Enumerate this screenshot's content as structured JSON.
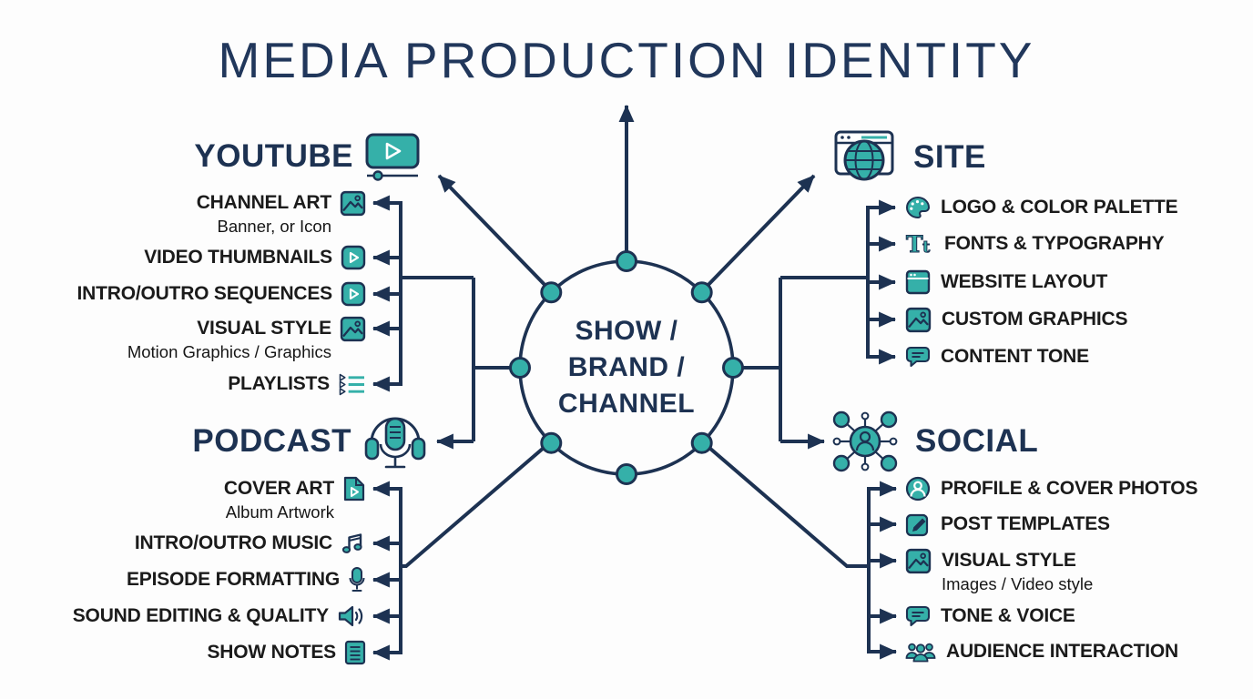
{
  "title": "MEDIA PRODUCTION IDENTITY",
  "center": {
    "line1": "SHOW /",
    "line2": "BRAND /",
    "line3": "CHANNEL"
  },
  "colors": {
    "navy": "#1d3252",
    "teal": "#35b0a9",
    "label_text": "#1b1b1b",
    "background": "#fdfdfd"
  },
  "sections": {
    "youtube": {
      "label": "YOUTUBE",
      "icon": "youtube-player-icon",
      "items": [
        {
          "label": "CHANNEL ART",
          "subtitle": "Banner, or Icon",
          "icon": "image-icon"
        },
        {
          "label": "VIDEO THUMBNAILS",
          "icon": "video-play-icon"
        },
        {
          "label": "INTRO/OUTRO SEQUENCES",
          "icon": "video-play-icon"
        },
        {
          "label": "VISUAL STYLE",
          "subtitle": "Motion Graphics / Graphics",
          "icon": "image-icon"
        },
        {
          "label": "PLAYLISTS",
          "icon": "playlist-icon"
        }
      ]
    },
    "podcast": {
      "label": "PODCAST",
      "icon": "podcast-microphone-icon",
      "items": [
        {
          "label": "COVER ART",
          "subtitle": "Album Artwork",
          "icon": "media-file-icon"
        },
        {
          "label": "INTRO/OUTRO MUSIC",
          "icon": "music-note-icon"
        },
        {
          "label": "EPISODE FORMATTING",
          "icon": "microphone-icon"
        },
        {
          "label": "SOUND EDITING & QUALITY",
          "icon": "speaker-icon"
        },
        {
          "label": "SHOW NOTES",
          "icon": "notes-icon"
        }
      ]
    },
    "site": {
      "label": "SITE",
      "icon": "browser-globe-icon",
      "items": [
        {
          "label": "LOGO & COLOR PALETTE",
          "icon": "palette-icon"
        },
        {
          "label": "FONTS & TYPOGRAPHY",
          "icon": "typography-icon"
        },
        {
          "label": "WEBSITE LAYOUT",
          "icon": "layout-icon"
        },
        {
          "label": "CUSTOM GRAPHICS",
          "icon": "image-icon"
        },
        {
          "label": "CONTENT TONE",
          "icon": "speech-bubble-icon"
        }
      ]
    },
    "social": {
      "label": "SOCIAL",
      "icon": "network-icon",
      "items": [
        {
          "label": "PROFILE & COVER PHOTOS",
          "icon": "profile-icon"
        },
        {
          "label": "POST TEMPLATES",
          "icon": "post-edit-icon"
        },
        {
          "label": "VISUAL STYLE",
          "subtitle": "Images / Video style",
          "icon": "image-icon"
        },
        {
          "label": "TONE & VOICE",
          "icon": "speech-bubble-icon"
        },
        {
          "label": "AUDIENCE INTERACTION",
          "icon": "audience-icon"
        }
      ]
    }
  }
}
